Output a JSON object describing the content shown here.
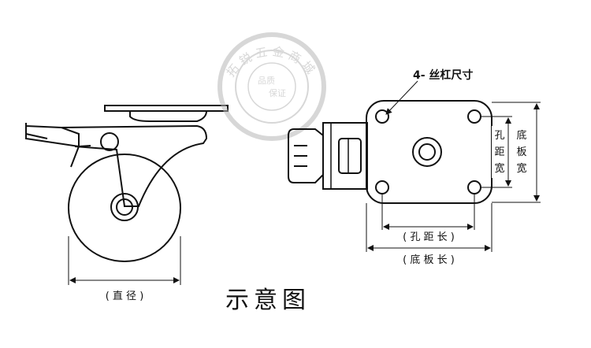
{
  "labels": {
    "diameter": "( 直 径 )",
    "thread_size": "4- 丝杠尺寸",
    "hole_spacing_width": [
      "孔",
      "距",
      "宽"
    ],
    "plate_width": [
      "底",
      "板",
      "宽"
    ],
    "hole_spacing_length": "( 孔 距 长 )",
    "plate_length": "( 底 板 长 )",
    "caption": "示意图"
  },
  "watermark": {
    "ring_text": "拓锐五金商城",
    "center_text": [
      "品质",
      "保证"
    ]
  },
  "colors": {
    "line": "#111111",
    "watermark": "#b8b8b8"
  }
}
